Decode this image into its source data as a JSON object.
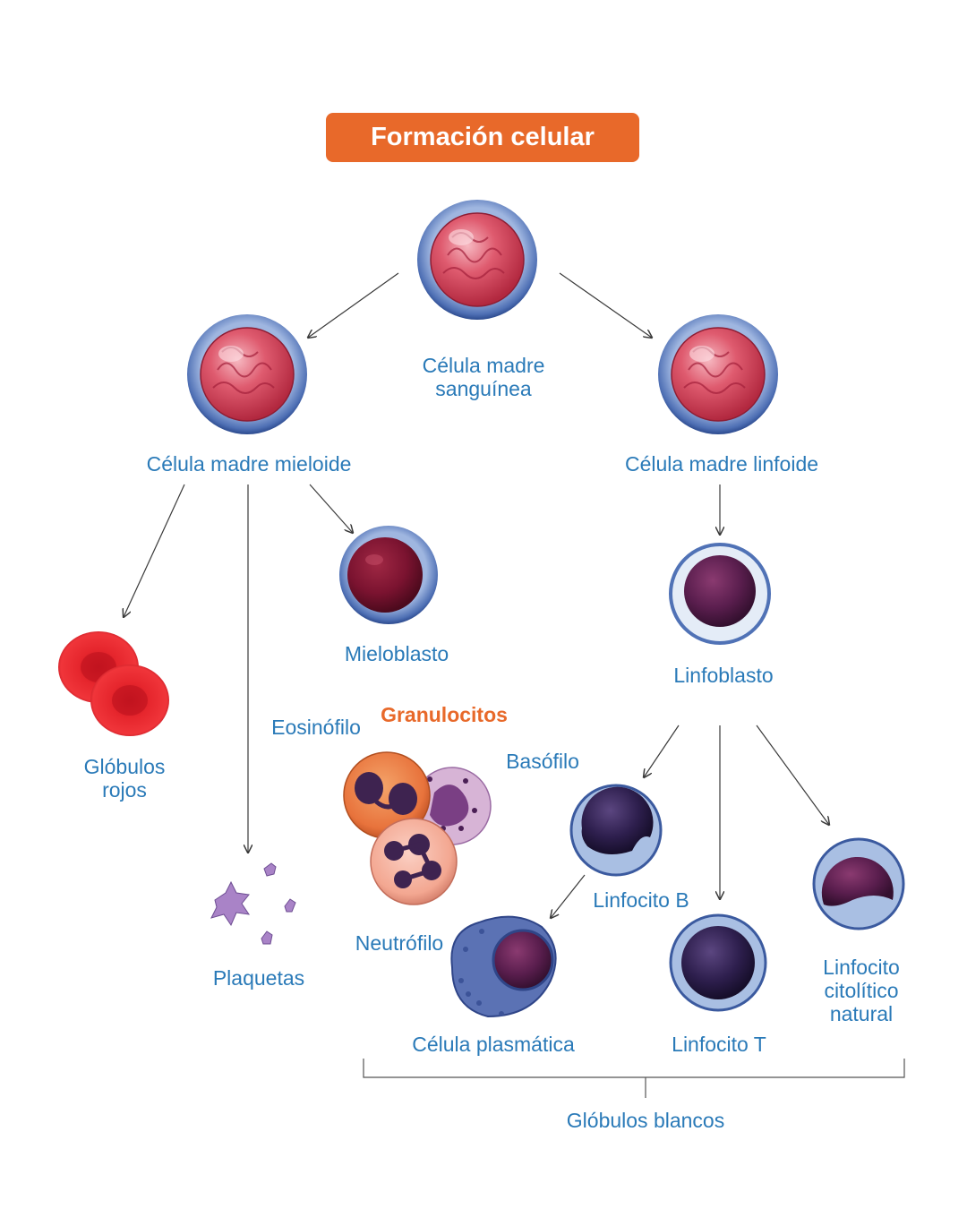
{
  "title": "Formación celular",
  "labels": {
    "stem": [
      "Célula madre",
      "sanguínea"
    ],
    "myeloid": "Célula madre mieloide",
    "lymphoid": "Célula madre linfoide",
    "myeloblast": "Mieloblasto",
    "lymphoblast": "Linfoblasto",
    "rbc": [
      "Glóbulos",
      "rojos"
    ],
    "platelets": "Plaquetas",
    "granulocytes": "Granulocitos",
    "eosinophil": "Eosinófilo",
    "basophil": "Basófilo",
    "neutrophil": "Neutrófilo",
    "b_cell": "Linfocito B",
    "plasma": "Célula plasmática",
    "t_cell": "Linfocito T",
    "nk": [
      "Linfocito",
      "citolítico",
      "natural"
    ],
    "wbc": "Glóbulos blancos"
  },
  "colors": {
    "accent": "#e8692a",
    "label": "#2a7ab8",
    "arrow": "#3a3a3a"
  }
}
